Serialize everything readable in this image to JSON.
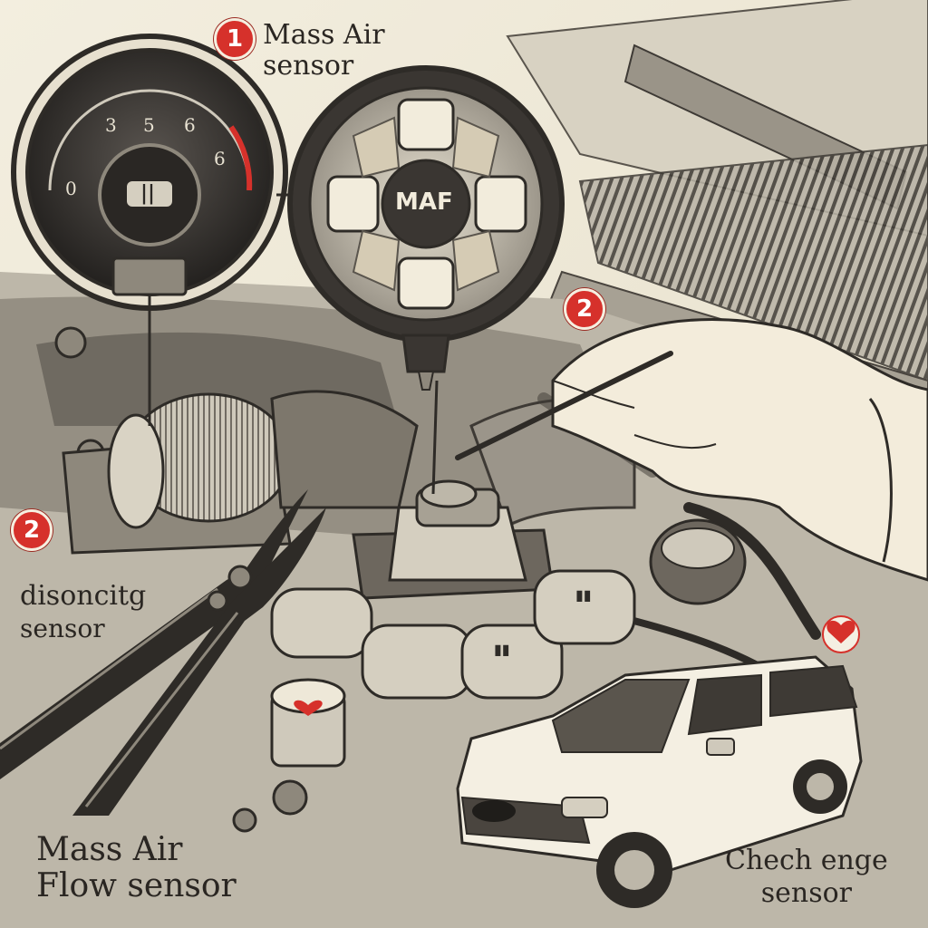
{
  "callouts": {
    "step1": {
      "number": "1",
      "line1": "Mass Air",
      "line2": "sensor"
    },
    "step2_right": {
      "number": "2"
    },
    "step2_left": {
      "number": "2",
      "line1": "disoncitg",
      "line2": "sensor"
    }
  },
  "labels": {
    "maf_flow_line1": "Mass Air",
    "maf_flow_line2": "Flow sensor",
    "check_line1": "Chech enge",
    "check_line2": "sensor"
  },
  "sensor_face": {
    "text": "MAF"
  },
  "gauge": {
    "ticks": [
      "0",
      "3",
      "5",
      "6",
      "6"
    ],
    "center_mark": "||"
  },
  "colors": {
    "accent_red": "#d6312b",
    "ink": "#2a2622",
    "paper": "#efe9d8"
  },
  "icons": [
    "heart-icon",
    "pliers-icon",
    "hand-icon",
    "suv-icon",
    "gauge-icon",
    "maf-sensor-icon"
  ]
}
